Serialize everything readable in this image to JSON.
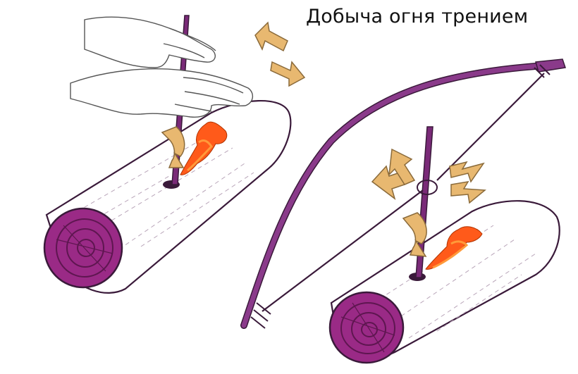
{
  "title": "Добыча огня трением",
  "colors": {
    "wood_outline": "#3a1a3a",
    "wood_end": "#9a2a86",
    "wood_end_dark": "#5e1650",
    "stick": "#7a2a78",
    "bow": "#8a3a8a",
    "flame": "#ff5a1a",
    "flame_light": "#ff9a3a",
    "arrow_fill": "#e8b870",
    "arrow_edge": "#8a6a3a",
    "hand_line": "#555555"
  },
  "scenes": [
    {
      "name": "hand-drill"
    },
    {
      "name": "bow-drill"
    }
  ]
}
